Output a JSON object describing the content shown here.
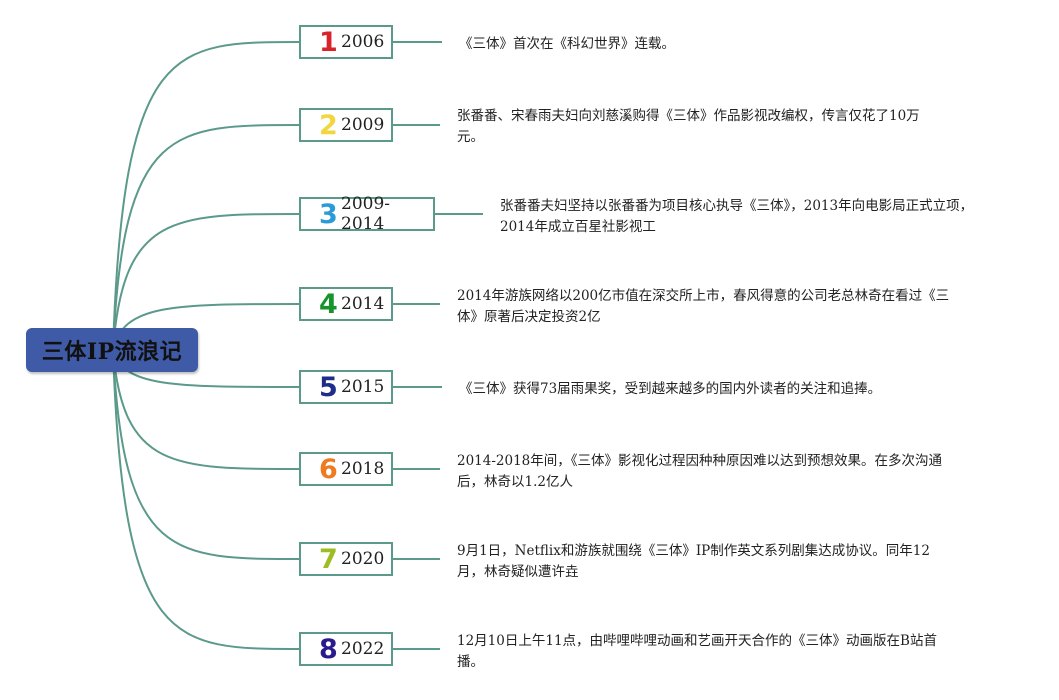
{
  "title": "三体IP流浪记",
  "colors": {
    "root": "#3f5aa6",
    "branch": "#5b9a8b"
  },
  "events": [
    {
      "number": "1",
      "number_color": "#d8232a",
      "year": "2006",
      "description": "《三体》首次在《科幻世界》连载。"
    },
    {
      "number": "2",
      "number_color": "#f2d640",
      "year": "2009",
      "description": "张番番、宋春雨夫妇向刘慈溪购得《三体》作品影视改编权，传言仅花了10万元。"
    },
    {
      "number": "3",
      "number_color": "#2b9bd8",
      "year": "2009-2014",
      "description": "张番番夫妇坚持以张番番为项目核心执导《三体》，2013年向电影局正式立项，2014年成立百星社影视工"
    },
    {
      "number": "4",
      "number_color": "#17952c",
      "year": "2014",
      "description": "2014年游族网络以200亿市值在深交所上市，春风得意的公司老总林奇在看过《三体》原著后决定投资2亿"
    },
    {
      "number": "5",
      "number_color": "#1f2d8a",
      "year": "2015",
      "description": "《三体》获得73届雨果奖，受到越来越多的国内外读者的关注和追捧。"
    },
    {
      "number": "6",
      "number_color": "#ee7a22",
      "year": "2018",
      "description": "2014-2018年间，《三体》影视化过程因种种原因难以达到预想效果。在多次沟通后，林奇以1.2亿人"
    },
    {
      "number": "7",
      "number_color": "#9dbd22",
      "year": "2020",
      "description": "9月1日，Netflix和游族就围绕《三体》IP制作英文系列剧集达成协议。同年12月，林奇疑似遭许垚"
    },
    {
      "number": "8",
      "number_color": "#2a1b8c",
      "year": "2022",
      "description": "12月10日上午11点，由哔哩哔哩动画和艺画开天合作的《三体》动画版在B站首播。"
    }
  ]
}
